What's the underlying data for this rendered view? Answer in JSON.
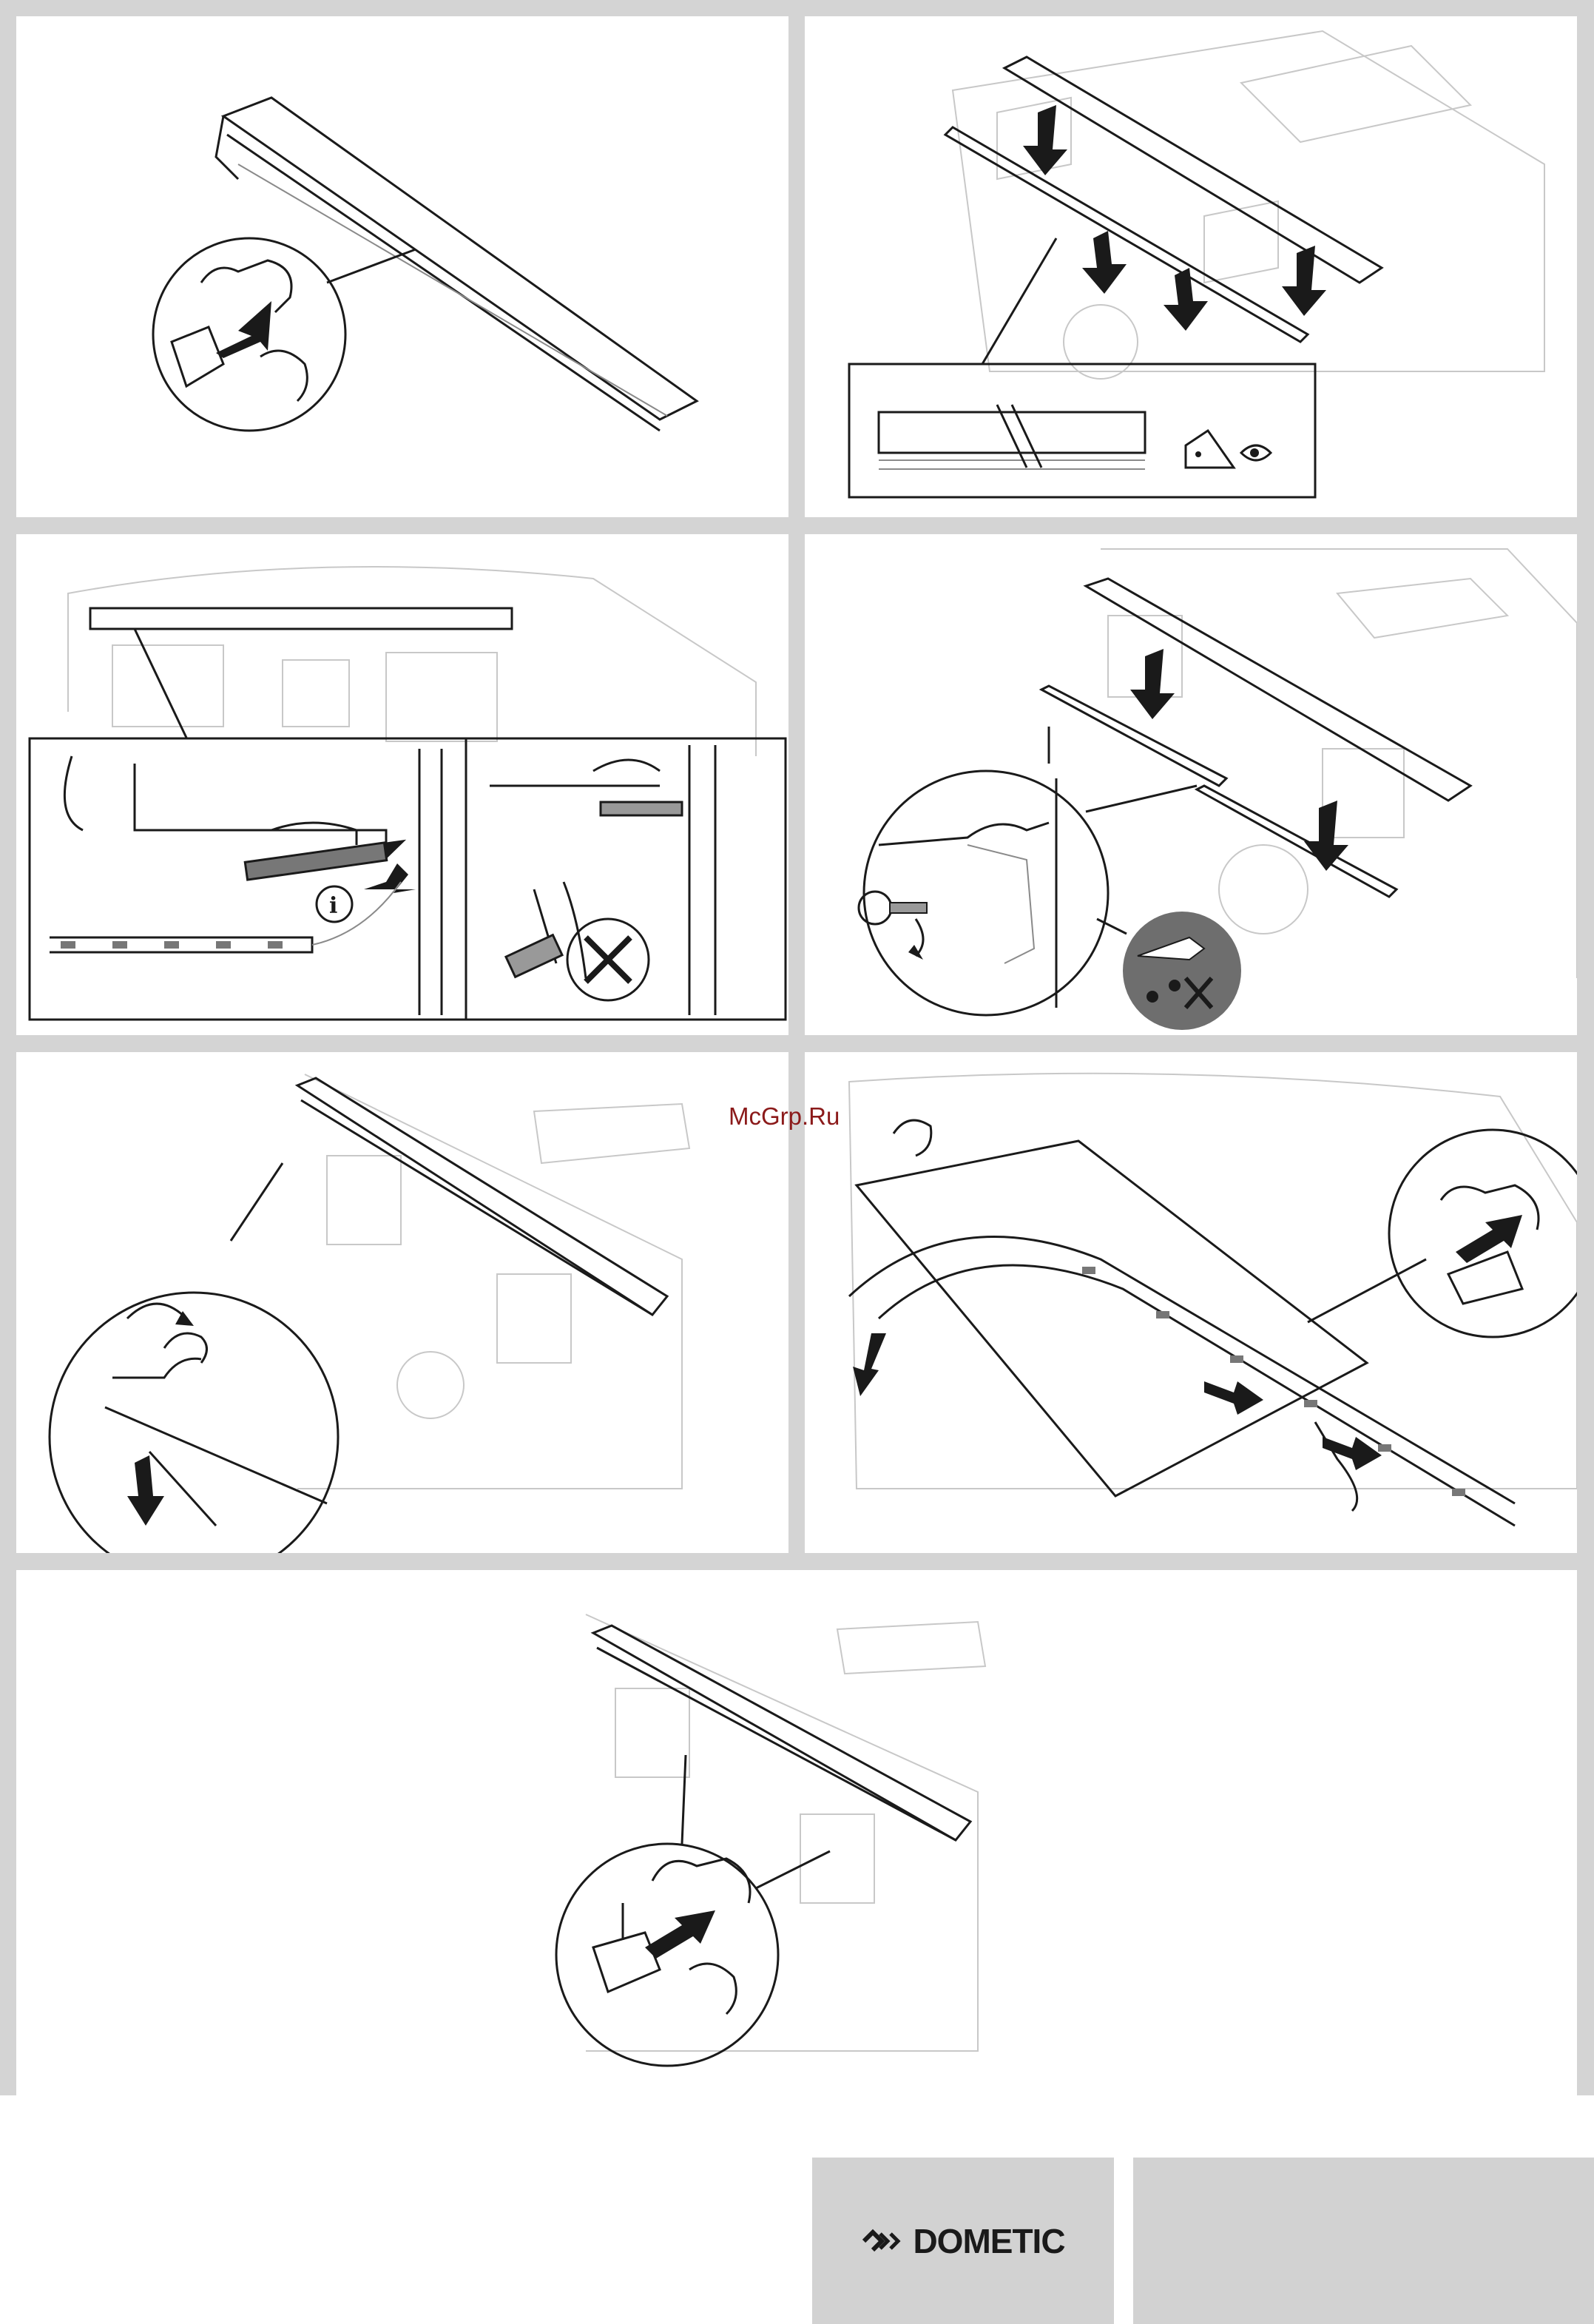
{
  "watermark": {
    "text": "McGrp.Ru"
  },
  "brand": {
    "name": "DOMETIC",
    "logo_icon": "dometic-chevron-logo"
  },
  "colors": {
    "panel_border": "#d4d4d4",
    "brand_box": "#d2d2d2",
    "watermark": "#8b1a1a",
    "ink": "#1a1a1a"
  },
  "panels": [
    {
      "id": "step-1",
      "icons": [
        "awning-rail",
        "magnified-profile",
        "insert-arrow-icon"
      ]
    },
    {
      "id": "step-2",
      "icons": [
        "awning-on-vehicle",
        "up-arrow-icon",
        "down-arrow-icon",
        "eye-icon"
      ]
    },
    {
      "id": "step-3",
      "icons": [
        "pencil-icon",
        "info-icon",
        "led-strip",
        "drill-icon",
        "prohibited-icon"
      ]
    },
    {
      "id": "step-4",
      "icons": [
        "screw-icon",
        "rotate-arrow-icon",
        "sealant-icon",
        "no-water-icon"
      ]
    },
    {
      "id": "step-5",
      "icons": [
        "clip-hook-icon",
        "rotate-arrow-icon",
        "up-arrow-icon"
      ]
    },
    {
      "id": "step-6",
      "icons": [
        "led-strip",
        "pull-arrow-icon",
        "insert-arrow-icon"
      ]
    },
    {
      "id": "step-7",
      "icons": [
        "awning-on-vehicle",
        "magnified-profile",
        "insert-arrow-icon"
      ]
    }
  ]
}
